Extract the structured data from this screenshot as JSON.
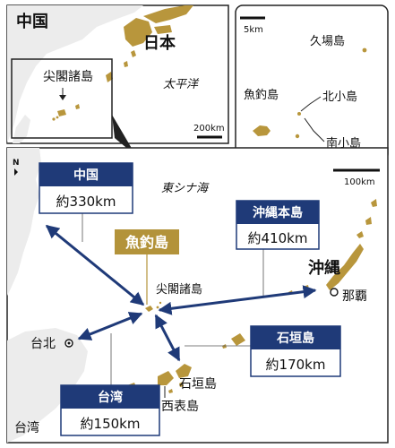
{
  "colors": {
    "navy": "#1f3a78",
    "gold": "#b8963c",
    "gold_label": "#b3933a",
    "land": "#ececec",
    "border": "#222222"
  },
  "inset_region": {
    "china_label": "中国",
    "japan_label": "日本",
    "senkaku_label": "尖閣諸島",
    "pacific_label": "太平洋",
    "scale_label": "200km"
  },
  "inset_zoom": {
    "scale_label": "5km",
    "kuba_label": "久場島",
    "uotsuri_label": "魚釣島",
    "kitakojima_label": "北小島",
    "minamikojima_label": "南小島"
  },
  "main": {
    "north_label": "N",
    "scale_label": "100km",
    "east_china_sea_label": "東シナ海",
    "uotsuri_label": "魚釣島",
    "senkaku_label": "尖閣諸島",
    "okinawa_label": "沖縄",
    "naha_label": "那覇",
    "taipei_label": "台北",
    "ishigaki_label": "石垣島",
    "iriomote_label": "西表島",
    "taiwan_label": "台湾"
  },
  "callouts": {
    "china": {
      "title": "中国",
      "distance": "約330km"
    },
    "okinawa": {
      "title": "沖縄本島",
      "distance": "約410km"
    },
    "ishigaki": {
      "title": "石垣島",
      "distance": "約170km"
    },
    "taiwan": {
      "title": "台湾",
      "distance": "約150km"
    }
  }
}
